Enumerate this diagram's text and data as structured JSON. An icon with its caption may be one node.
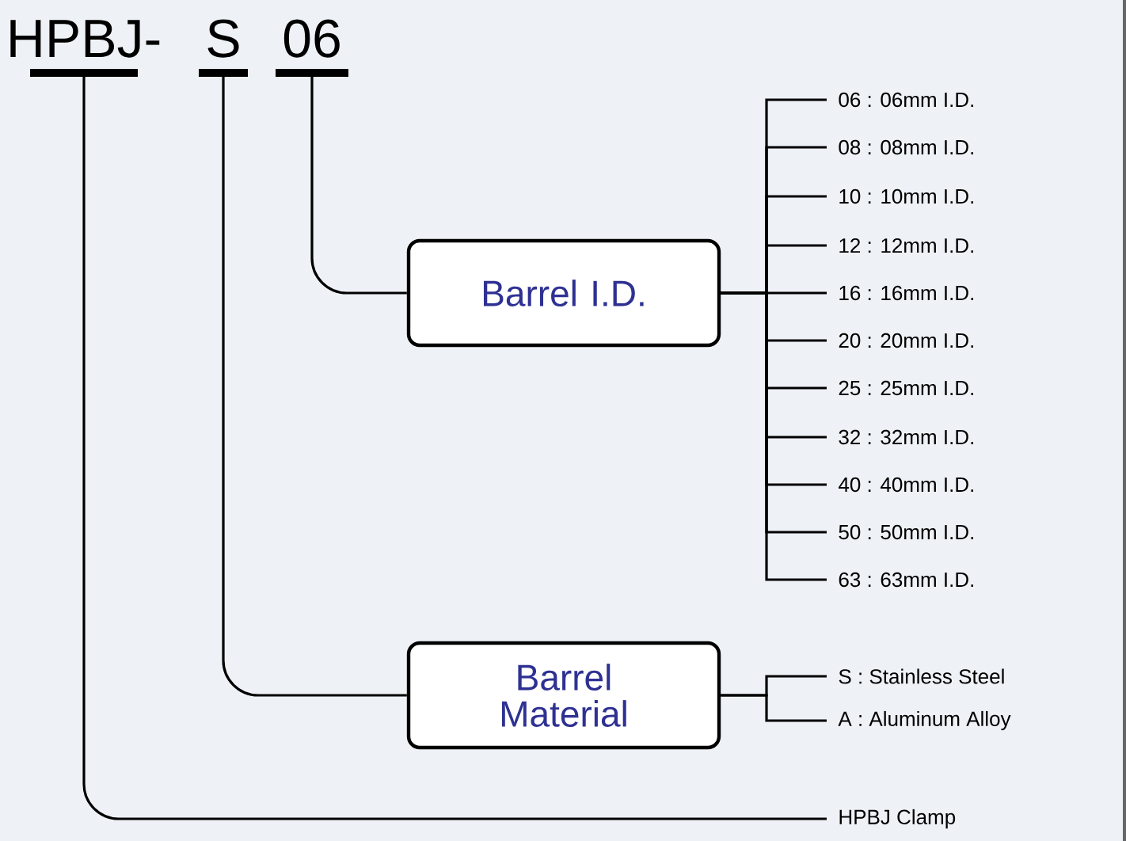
{
  "diagram": {
    "nodes": [
      {
        "text": [
          "HPBJ-"
        ]
      },
      {
        "text": [
          "S"
        ]
      },
      {
        "text": [
          "06"
        ]
      },
      {
        "text": [
          "Barrel I.D."
        ]
      },
      {
        "text": [
          "Barrel Material"
        ]
      },
      {
        "text": [
          "06 : 06mm I.D."
        ]
      },
      {
        "text": [
          "08 : 08mm I.D."
        ]
      },
      {
        "text": [
          "10 : 10mm I.D."
        ]
      },
      {
        "text": [
          "12 : 12mm I.D."
        ]
      },
      {
        "text": [
          "16 : 16mm I.D."
        ]
      },
      {
        "text": [
          "20 : 20mm I.D."
        ]
      },
      {
        "text": [
          "25 : 25mm I.D."
        ]
      },
      {
        "text": [
          "32 : 32mm I.D."
        ]
      },
      {
        "text": [
          "40 : 40mm I.D."
        ]
      },
      {
        "text": [
          "50 : 50mm I.D."
        ]
      },
      {
        "text": [
          "63 : 63mm I.D."
        ]
      },
      {
        "text": [
          "S : Stainless Steel"
        ]
      },
      {
        "text": [
          "A : Aluminum Alloy"
        ]
      },
      {
        "text": [
          "HPBJ Clamp"
        ]
      }
    ],
    "edges": [
      {
        "from": 2,
        "to": 3,
        "arrow": "none"
      },
      {
        "from": 3,
        "to": 5,
        "arrow": "none"
      },
      {
        "from": 3,
        "to": 6,
        "arrow": "none"
      },
      {
        "from": 3,
        "to": 7,
        "arrow": "none"
      },
      {
        "from": 3,
        "to": 8,
        "arrow": "none"
      },
      {
        "from": 3,
        "to": 9,
        "arrow": "none"
      },
      {
        "from": 3,
        "to": 10,
        "arrow": "none"
      },
      {
        "from": 3,
        "to": 11,
        "arrow": "none"
      },
      {
        "from": 3,
        "to": 12,
        "arrow": "none"
      },
      {
        "from": 3,
        "to": 13,
        "arrow": "none"
      },
      {
        "from": 3,
        "to": 14,
        "arrow": "none"
      },
      {
        "from": 3,
        "to": 15,
        "arrow": "none"
      },
      {
        "from": 1,
        "to": 4,
        "arrow": "none"
      },
      {
        "from": 4,
        "to": 16,
        "arrow": "none"
      },
      {
        "from": 4,
        "to": 17,
        "arrow": "none"
      },
      {
        "from": 0,
        "to": 18,
        "arrow": "none"
      }
    ]
  }
}
